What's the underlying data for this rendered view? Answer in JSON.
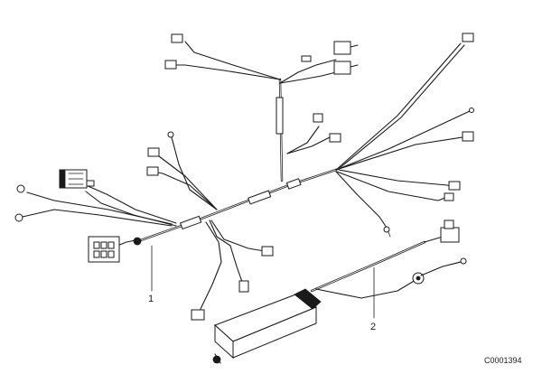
{
  "callouts": [
    {
      "label": "1"
    },
    {
      "label": "2"
    }
  ],
  "reference_code": "C0001394"
}
